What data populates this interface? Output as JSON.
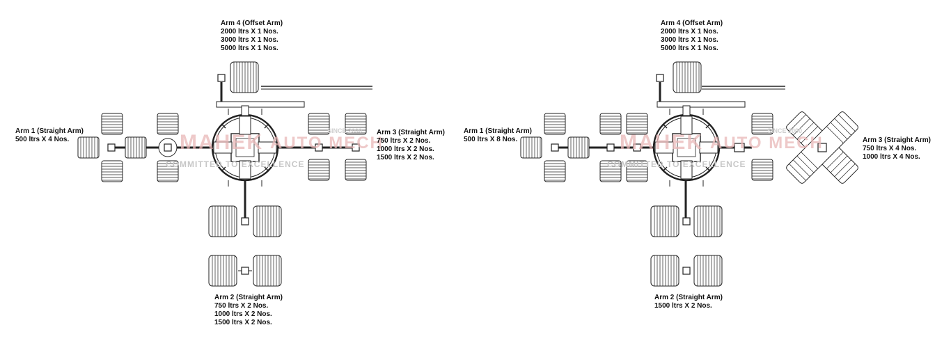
{
  "watermark": {
    "brand_left": "MAHEK",
    "brand_right": "AUTO MECH",
    "tagline": "COMMITTED TO EXCELLENCE",
    "since": "SINCE 2000"
  },
  "layout_a": {
    "arm4": {
      "title": "Arm 4 (Offset Arm)",
      "lines": [
        "2000 ltrs X 1 Nos.",
        "3000 ltrs X 1 Nos.",
        "5000 ltrs X 1 Nos."
      ]
    },
    "arm1": {
      "title": "Arm 1 (Straight Arm)",
      "lines": [
        "500 ltrs X 4 Nos."
      ]
    },
    "arm3": {
      "title": "Arm 3 (Straight Arm)",
      "lines": [
        "750 ltrs X 2 Nos.",
        "1000 ltrs X 2 Nos.",
        "1500 ltrs X 2 Nos."
      ]
    },
    "arm2": {
      "title": "Arm 2 (Straight Arm)",
      "lines": [
        "750 ltrs X 2 Nos.",
        "1000 ltrs X 2 Nos.",
        "1500 ltrs X 2 Nos."
      ]
    }
  },
  "layout_b": {
    "arm4": {
      "title": "Arm 4 (Offset Arm)",
      "lines": [
        "2000 ltrs X 1 Nos.",
        "3000 ltrs X 1 Nos.",
        "5000 ltrs X 1 Nos."
      ]
    },
    "arm1": {
      "title": "Arm 1 (Straight Arm)",
      "lines": [
        "500 ltrs X 8 Nos."
      ]
    },
    "arm3": {
      "title": "Arm 3 (Straight Arm)",
      "lines": [
        "750 ltrs X 4 Nos.",
        "1000 ltrs X 4 Nos."
      ]
    },
    "arm2": {
      "title": "Arm 2 (Straight Arm)",
      "lines": [
        "1500 ltrs X 2 Nos."
      ]
    }
  }
}
